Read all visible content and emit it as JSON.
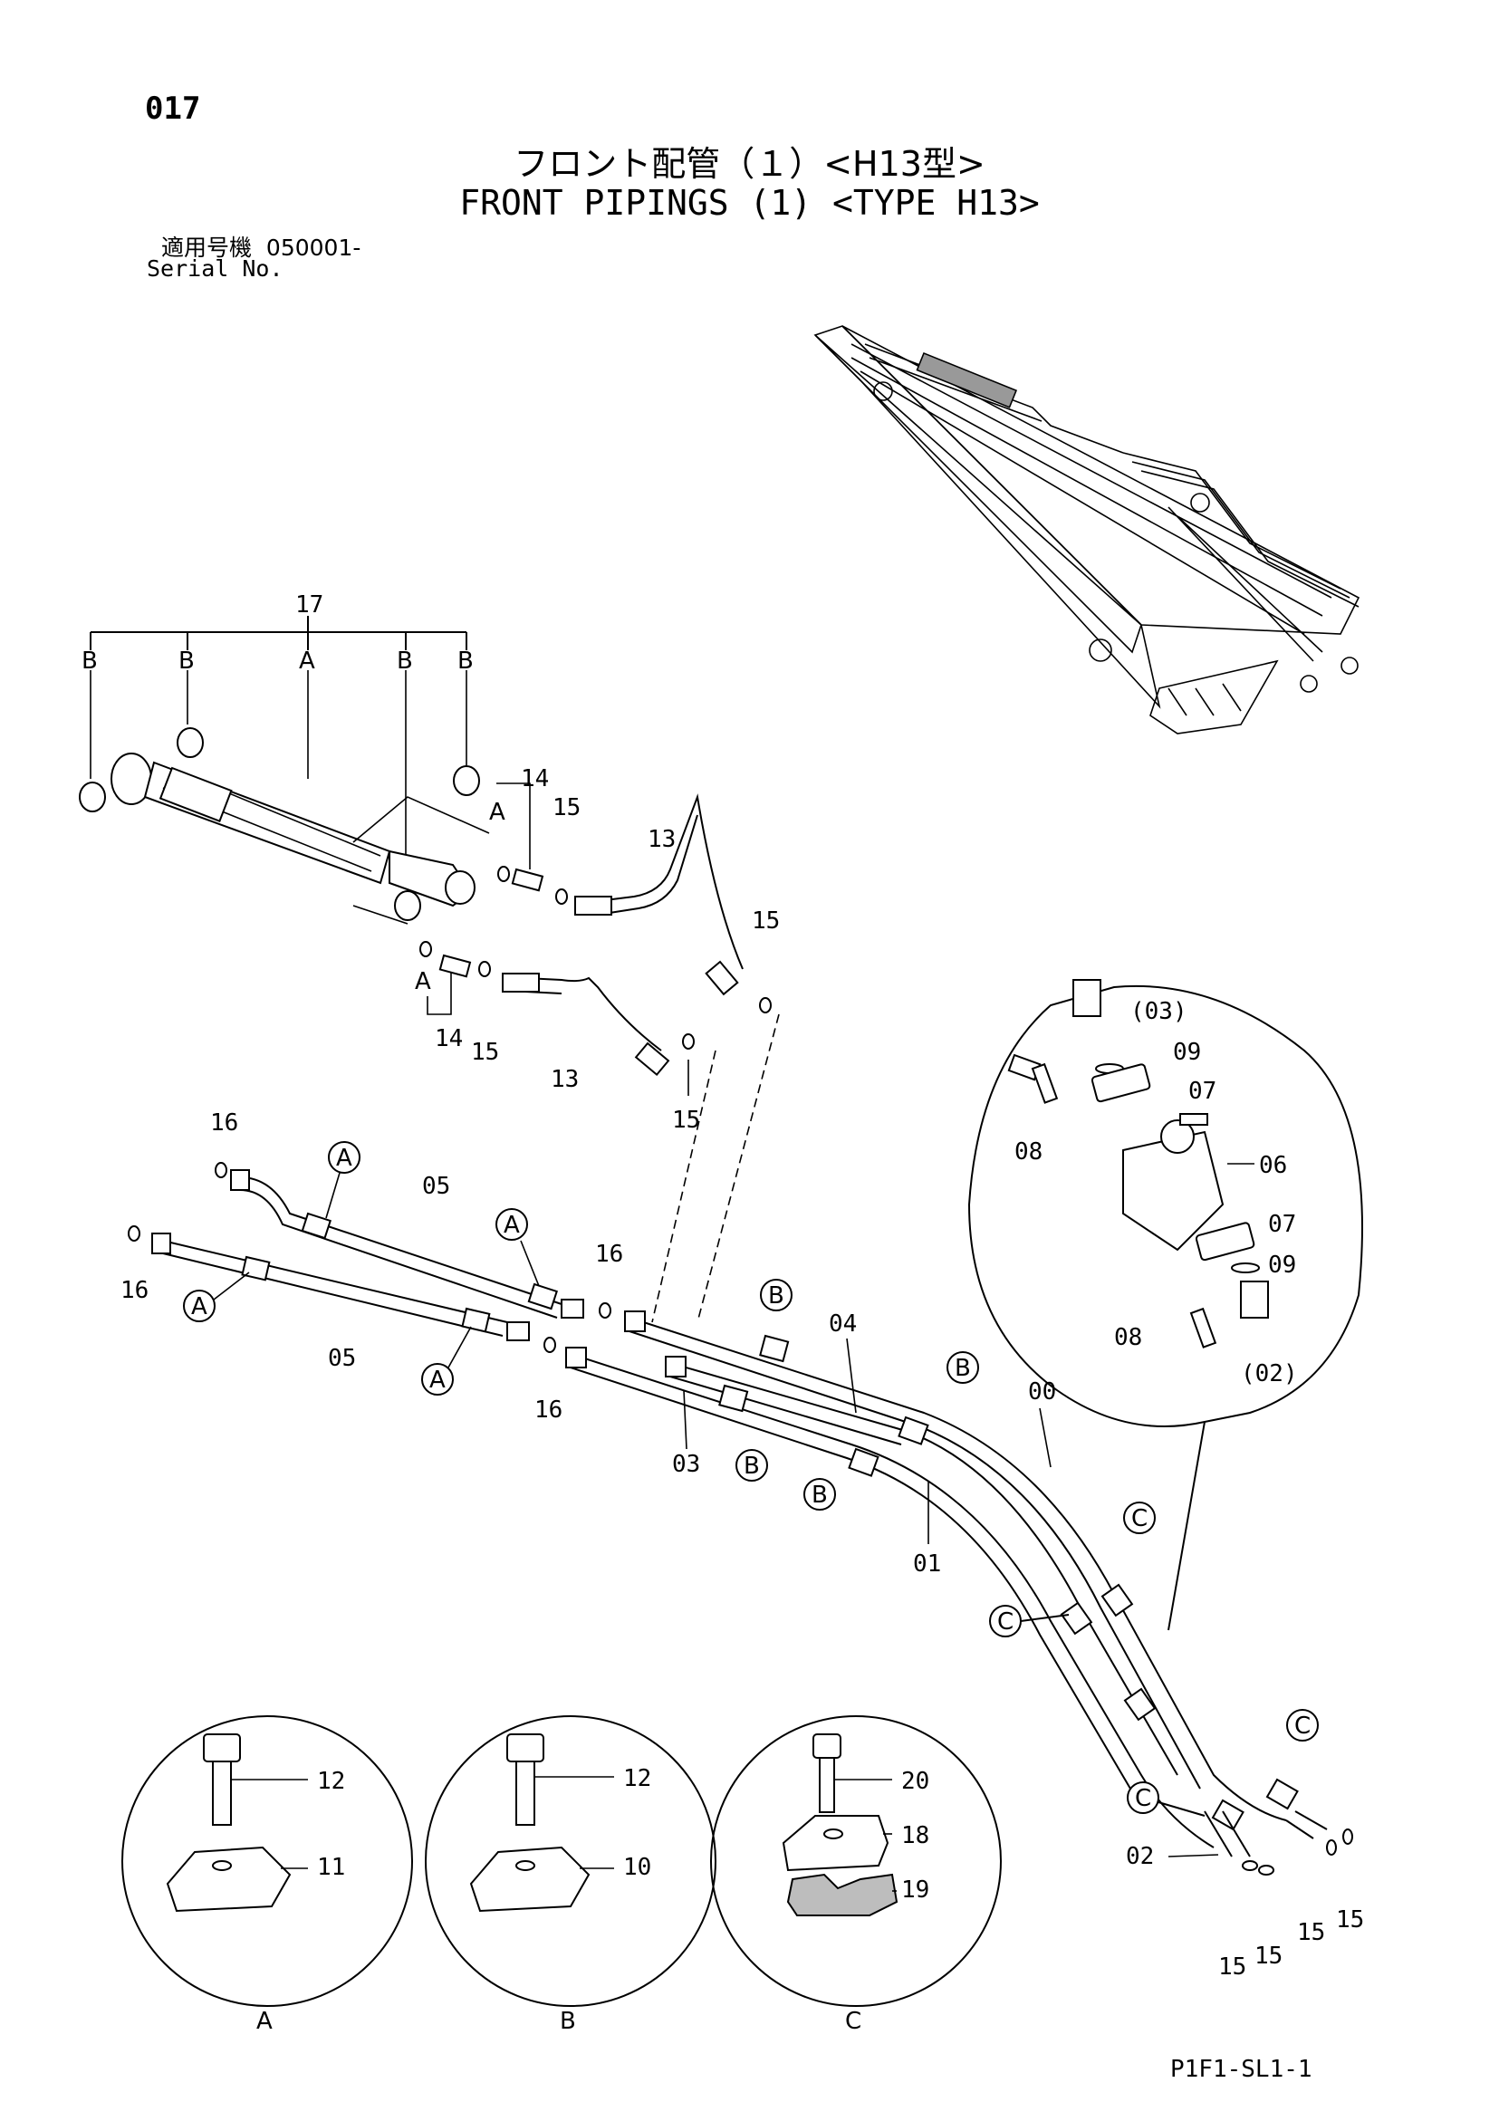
{
  "header": {
    "page_number": "017",
    "title_jp": "フロント配管（１）<H13型>",
    "title_en": "FRONT PIPINGS (1) <TYPE H13>",
    "serial_label_jp": "適用号機",
    "serial_value": "050001-",
    "serial_label_en": "Serial No."
  },
  "footer": {
    "code": "P1F1-SL1-1"
  },
  "callouts": {
    "p17": "17",
    "cyl_A": "A",
    "cyl_B": "B",
    "p14": "14",
    "p15": "15",
    "p13": "13",
    "p16": "16",
    "p05": "05",
    "p04": "04",
    "p03": "03",
    "p01": "01",
    "p00": "00",
    "p02": "02",
    "p03b": "(03)",
    "p02b": "(02)",
    "p09": "09",
    "p07": "07",
    "p08": "08",
    "p06": "06",
    "p12": "12",
    "p11": "11",
    "p10": "10",
    "p20": "20",
    "p18": "18",
    "p19": "19",
    "circle_A": "A",
    "circle_B": "B",
    "circle_C": "C"
  }
}
